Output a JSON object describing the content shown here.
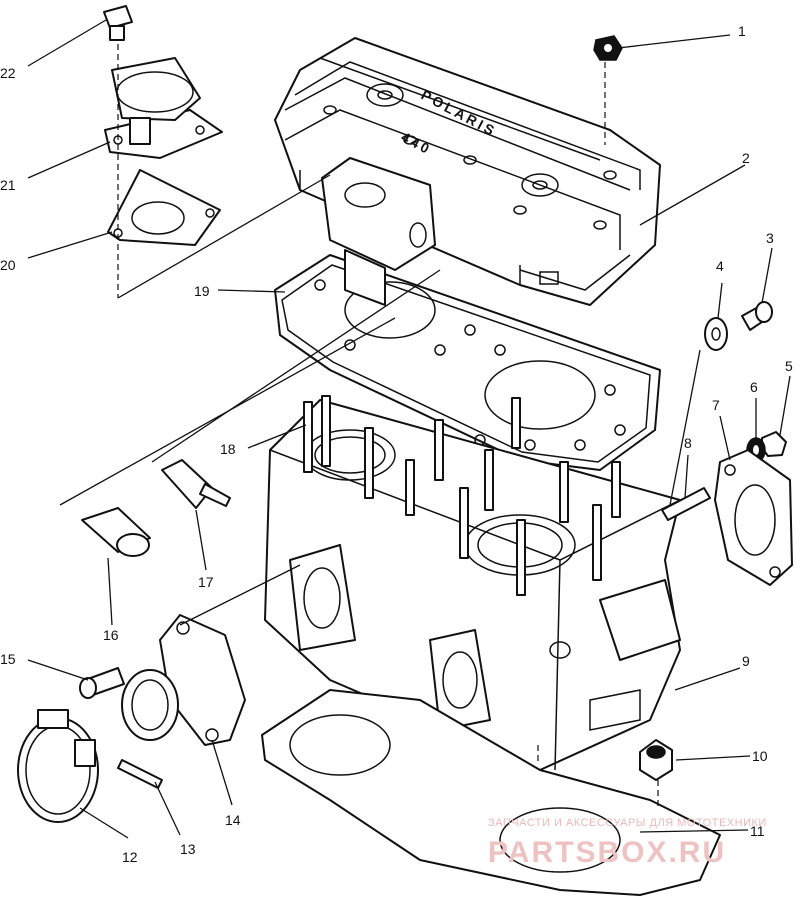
{
  "callouts": [
    "1",
    "2",
    "3",
    "4",
    "5",
    "6",
    "7",
    "8",
    "9",
    "10",
    "11",
    "12",
    "13",
    "14",
    "15",
    "16",
    "17",
    "18",
    "19",
    "20",
    "21",
    "22"
  ],
  "cover": {
    "brand": "POLARIS",
    "model": "440"
  },
  "watermark": {
    "top": "ЗАПЧАСТИ И АКСЕССУАРЫ ДЛЯ МОТОТЕХНИКИ",
    "logo": "PARTSBOX.RU"
  },
  "colors": {
    "ink": "#111111",
    "paper": "#ffffff",
    "watermark": "#e9b9b9"
  }
}
